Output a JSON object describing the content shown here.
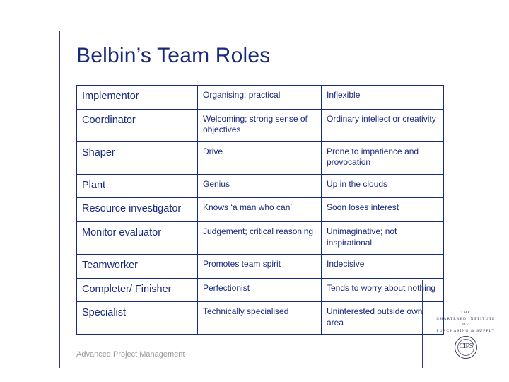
{
  "slide": {
    "title": "Belbin’s Team Roles",
    "footer": "Advanced Project Management"
  },
  "table": {
    "rows": [
      {
        "role": "Implementor",
        "strength": "Organising; practical",
        "weakness": "Inflexible"
      },
      {
        "role": "Coordinator",
        "strength": "Welcoming; strong sense of objectives",
        "weakness": "Ordinary intellect or creativity"
      },
      {
        "role": "Shaper",
        "strength": "Drive",
        "weakness": "Prone to impatience and provocation"
      },
      {
        "role": "Plant",
        "strength": "Genius",
        "weakness": "Up in the clouds"
      },
      {
        "role": "Resource investigator",
        "strength": "Knows ‘a man who can’",
        "weakness": "Soon loses interest"
      },
      {
        "role": "Monitor evaluator",
        "strength": "Judgement; critical reasoning",
        "weakness": "Unimaginative; not inspirational"
      },
      {
        "role": "Teamworker",
        "strength": "Promotes team spirit",
        "weakness": "Indecisive"
      },
      {
        "role": "Completer/ Finisher",
        "strength": "Perfectionist",
        "weakness": "Tends to worry about nothing"
      },
      {
        "role": "Specialist",
        "strength": "Technically specialised",
        "weakness": "Uninterested outside own area"
      }
    ]
  },
  "logo": {
    "line1": "THE",
    "line2": "CHARTERED INSTITUTE",
    "line3": "OF",
    "line4": "PURCHASING & SUPPLY",
    "monogram": "CIPS"
  },
  "colors": {
    "text": "#1a2a7a",
    "rule": "#2a3a86",
    "footer": "#9a9a9a"
  }
}
